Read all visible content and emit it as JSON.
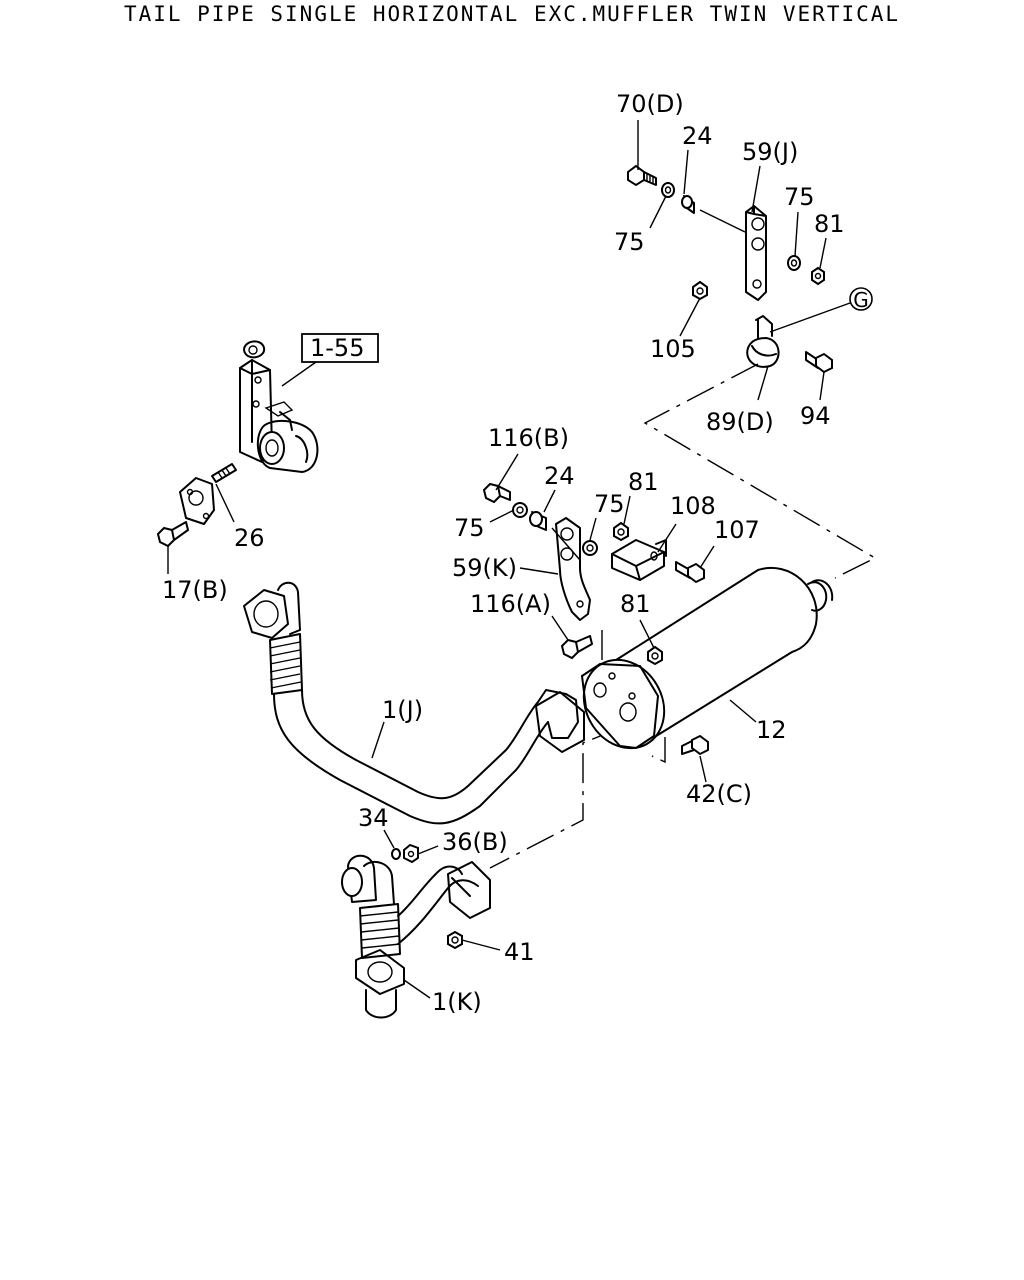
{
  "title": "TAIL PIPE SINGLE HORIZONTAL EXC.MUFFLER TWIN VERTICAL",
  "labels": {
    "l_70D": "70(D)",
    "l_24_top": "24",
    "l_59J": "59(J)",
    "l_75_top_left": "75",
    "l_75_top_right": "75",
    "l_81_top": "81",
    "l_G": "G",
    "l_105": "105",
    "l_89D": "89(D)",
    "l_94": "94",
    "l_1_55": "1-55",
    "l_116B": "116(B)",
    "l_24_mid": "24",
    "l_75_mid_left": "75",
    "l_75_mid_right": "75",
    "l_81_mid": "81",
    "l_108": "108",
    "l_107": "107",
    "l_59K": "59(K)",
    "l_26": "26",
    "l_17B": "17(B)",
    "l_116A": "116(A)",
    "l_81_low": "81",
    "l_1J": "1(J)",
    "l_12": "12",
    "l_42C": "42(C)",
    "l_34": "34",
    "l_36B": "36(B)",
    "l_41": "41",
    "l_1K": "1(K)"
  }
}
